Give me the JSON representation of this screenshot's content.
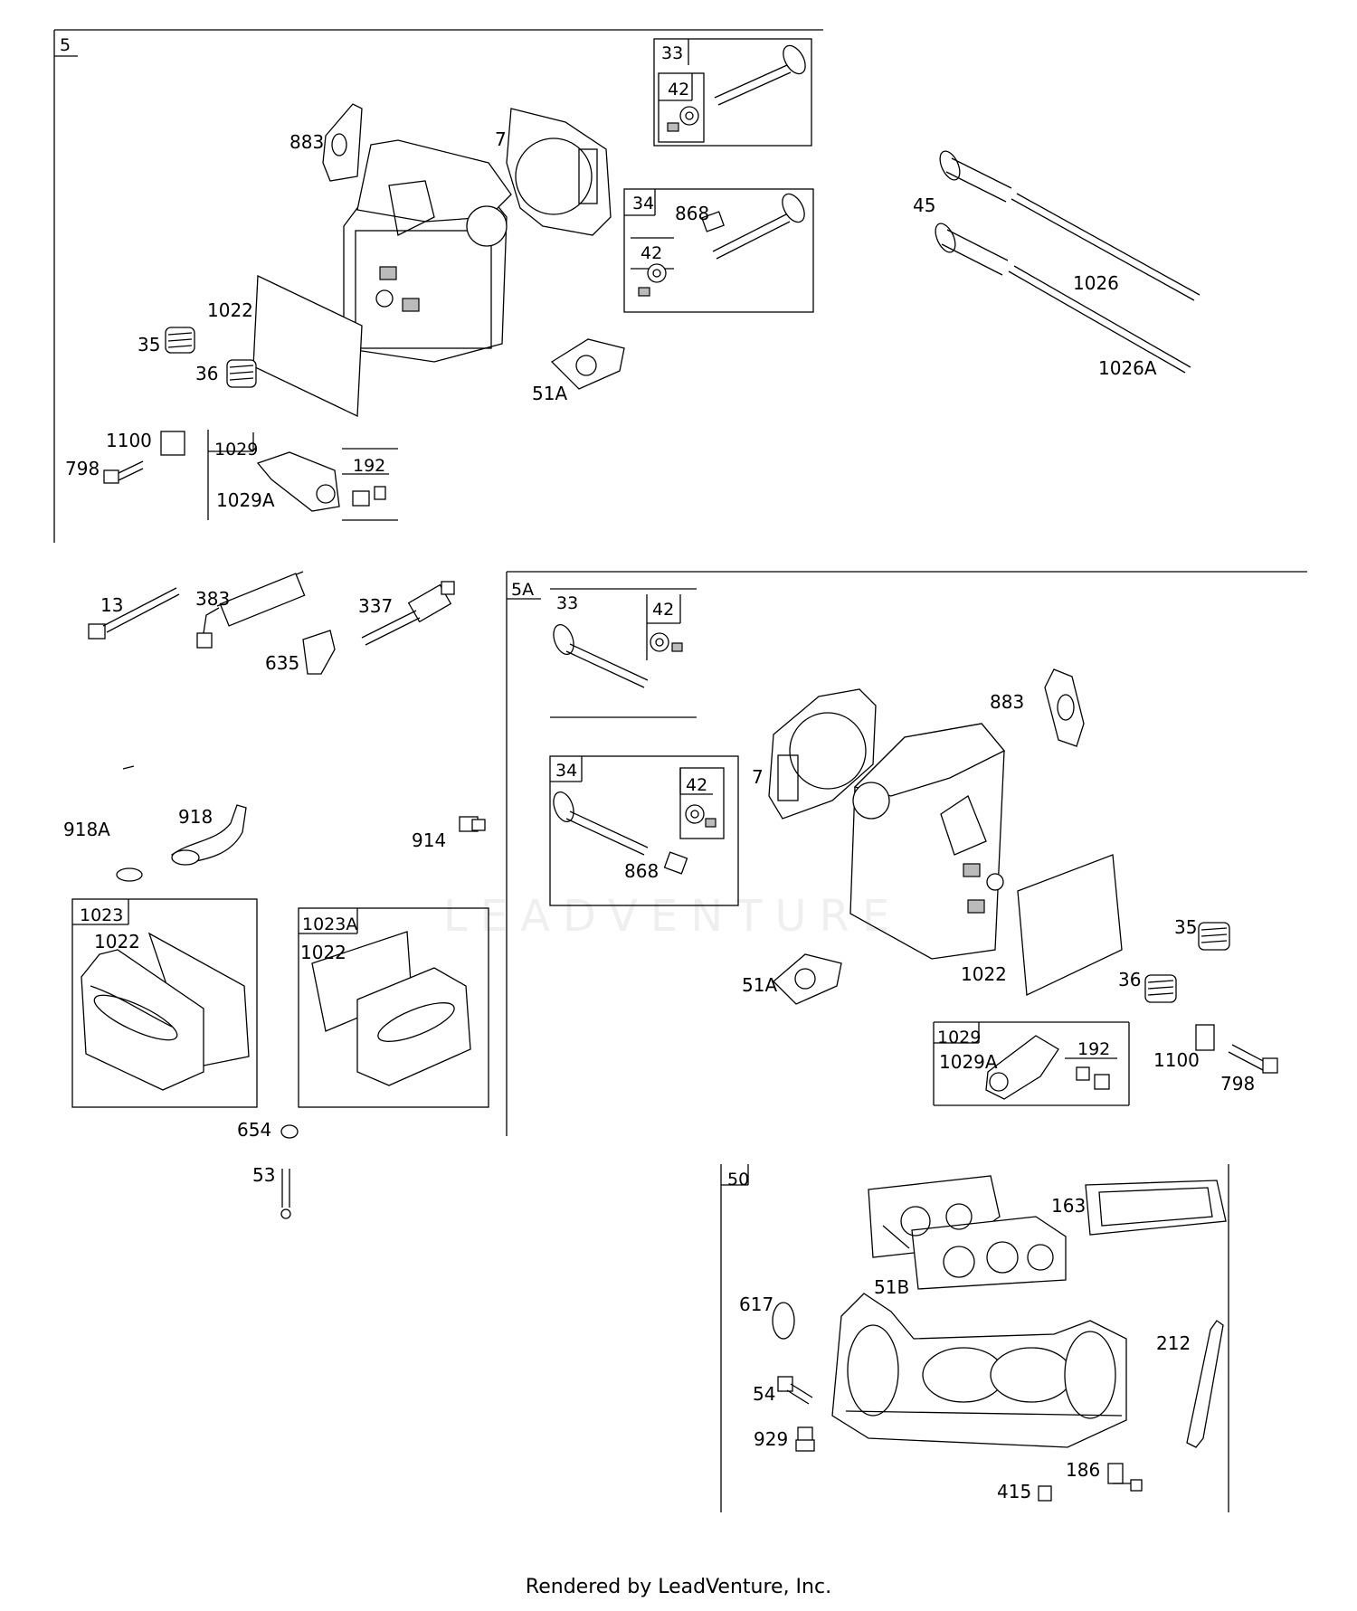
{
  "groups": {
    "g5": "5",
    "g5a": "5A",
    "g50": "50",
    "g33a": "33",
    "g42a": "42",
    "g34a": "34",
    "g42b": "42",
    "g1029a": "1029",
    "g192a": "192",
    "g1023": "1023",
    "g1023a": "1023A",
    "g33b": "33",
    "g42c": "42",
    "g34b": "34",
    "g42d": "42",
    "g1029b": "1029",
    "g192b": "192"
  },
  "callouts": [
    "883",
    "7",
    "868",
    "45",
    "1026",
    "1026A",
    "1022",
    "35",
    "36",
    "51A",
    "1100",
    "798",
    "1029A",
    "13",
    "383",
    "337",
    "635",
    "918A",
    "918",
    "914",
    "1022",
    "1022",
    "654",
    "53",
    "883",
    "7",
    "868",
    "51A",
    "1022",
    "35",
    "36",
    "1029A",
    "1100",
    "798",
    "163",
    "51B",
    "617",
    "212",
    "54",
    "929",
    "186",
    "415"
  ],
  "watermark": "LEADVENTURE",
  "footer": "Rendered by LeadVenture, Inc."
}
